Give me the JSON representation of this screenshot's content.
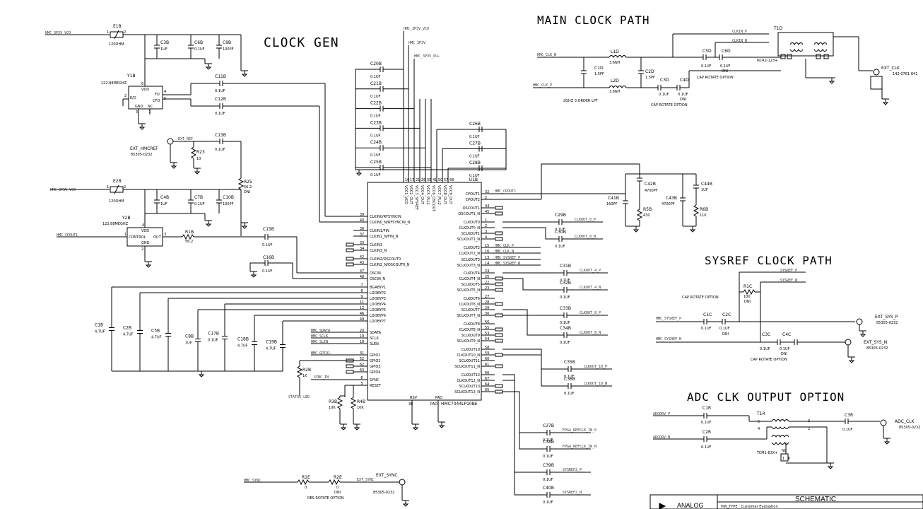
{
  "sections": {
    "clock_gen": "CLOCK GEN",
    "main_clock_path": "MAIN CLOCK PATH",
    "sysref_clock_path": "SYSREF CLOCK PATH",
    "adc_clk_output_option": "ADC CLK OUTPUT OPTION"
  },
  "chip": {
    "ref": "U1B",
    "part": "HMC7044LP10BE",
    "left_pins": [
      {
        "num": "39",
        "name": "CLKIN0/RFSYNCIN"
      },
      {
        "num": "40",
        "name": "CLKIN0_N/RFSYNCIN_N"
      },
      {
        "num": "36",
        "name": "CLKIN1/FIN"
      },
      {
        "num": "37",
        "name": "CLKIN1_N/FIN_N"
      },
      {
        "num": "33",
        "name": "CLKIN3"
      },
      {
        "num": "34",
        "name": "CLKIN3_N"
      },
      {
        "num": "42",
        "name": "CLKIN2/OSCOUT0"
      },
      {
        "num": "43",
        "name": "CLKIN2_N/OSCOUT0_N"
      },
      {
        "num": "47",
        "name": "OSCIN"
      },
      {
        "num": "48",
        "name": "OSCIN_N"
      },
      {
        "num": "7",
        "name": "BGABYP1"
      },
      {
        "num": "8",
        "name": "LDOBYP2"
      },
      {
        "num": "9",
        "name": "LDOBYP3"
      },
      {
        "num": "11",
        "name": "LDOBYP4"
      },
      {
        "num": "12",
        "name": "LDOBYP5"
      },
      {
        "num": "46",
        "name": "LDOBYP6"
      },
      {
        "num": "49",
        "name": "LDOBYP7"
      },
      {
        "num": "20",
        "name": "SDATA"
      },
      {
        "num": "19",
        "name": "SCLK"
      },
      {
        "num": "18",
        "name": "SLEN"
      },
      {
        "num": "31",
        "name": "GPIO1"
      },
      {
        "num": "52",
        "name": "GPIO2"
      },
      {
        "num": "62",
        "name": "GPIO3"
      },
      {
        "num": "63",
        "name": "GPIO4"
      },
      {
        "num": "6",
        "name": "SYNC"
      },
      {
        "num": "5",
        "name": "RESET"
      }
    ],
    "right_pins": [
      {
        "num": "32",
        "name": "CPOUT1"
      },
      {
        "num": "2",
        "name": "CPOUT2"
      },
      {
        "num": "44",
        "name": "OSCOUT1"
      },
      {
        "num": "45",
        "name": "OSCOUT1_N"
      },
      {
        "num": "1",
        "name": "CLKOUT0"
      },
      {
        "num": "2",
        "name": "CLKOUT0_N"
      },
      {
        "num": "3",
        "name": "SCLKOUT1"
      },
      {
        "num": "4",
        "name": "SCLKOUT1_N"
      },
      {
        "num": "15",
        "name": "CLKOUT2"
      },
      {
        "num": "16",
        "name": "CLKOUT2_N"
      },
      {
        "num": "13",
        "name": "SCLKOUT3"
      },
      {
        "num": "14",
        "name": "SCLKOUT3_N"
      },
      {
        "num": "24",
        "name": "CLKOUT4"
      },
      {
        "num": "25",
        "name": "CLKOUT4_N"
      },
      {
        "num": "22",
        "name": "SCLKOUT5"
      },
      {
        "num": "23",
        "name": "SCLKOUT5_N"
      },
      {
        "num": "27",
        "name": "CLKOUT6"
      },
      {
        "num": "28",
        "name": "CLKOUT6_N"
      },
      {
        "num": "29",
        "name": "SCLKOUT7"
      },
      {
        "num": "30",
        "name": "SCLKOUT7_N"
      },
      {
        "num": "56",
        "name": "CLKOUT8"
      },
      {
        "num": "55",
        "name": "CLKOUT8_N"
      },
      {
        "num": "53",
        "name": "SCLKOUT9"
      },
      {
        "num": "54",
        "name": "SCLKOUT9_N"
      },
      {
        "num": "58",
        "name": "CLKOUT10"
      },
      {
        "num": "59",
        "name": "CLKOUT10_N"
      },
      {
        "num": "60",
        "name": "SCLKOUT11"
      },
      {
        "num": "61",
        "name": "SCLKOUT11_N"
      },
      {
        "num": "66",
        "name": "CLKOUT12"
      },
      {
        "num": "67",
        "name": "CLKOUT12_N"
      },
      {
        "num": "64",
        "name": "SCLKOUT13"
      },
      {
        "num": "65",
        "name": "SCLKOUT13_N"
      }
    ],
    "top_pins": [
      {
        "num": "10",
        "name": "VCC1_VCO"
      },
      {
        "num": "17",
        "name": "VCC2_OUT"
      },
      {
        "num": "21",
        "name": "VCC3_SYSREF"
      },
      {
        "num": "26",
        "name": "VCC4_OUT"
      },
      {
        "num": "35",
        "name": "VCC5_PLL1"
      },
      {
        "num": "41",
        "name": "VCC6_OSCOUT"
      },
      {
        "num": "50",
        "name": "VCC7_PLL2"
      },
      {
        "num": "57",
        "name": "VCC8_OUT"
      },
      {
        "num": "68",
        "name": "VCC9_OUT"
      }
    ],
    "bottom_pins": [
      {
        "num": "38",
        "name": "RSV"
      },
      {
        "num": "PAD",
        "name": "PAD"
      }
    ]
  },
  "top_supply_caps": [
    {
      "ref": "C20B",
      "val": "0.1UF"
    },
    {
      "ref": "C21B",
      "val": "0.1UF"
    },
    {
      "ref": "C22B",
      "val": "0.1UF"
    },
    {
      "ref": "C23B",
      "val": "0.1UF"
    },
    {
      "ref": "C24B",
      "val": "0.1UF"
    },
    {
      "ref": "C25B",
      "val": "0.1UF"
    },
    {
      "ref": "C26B",
      "val": "0.1UF"
    },
    {
      "ref": "C27B",
      "val": "0.1UF"
    },
    {
      "ref": "C28B",
      "val": "0.1UF"
    }
  ],
  "supply_nets": {
    "vco": "HMC_3P3V_VCO",
    "v3p3": "HMC_3P3V",
    "pll": "HMC_3P3V_PLL"
  },
  "oscillator1": {
    "bead": "E1B",
    "bead_val": "120OHM",
    "net": "HMC_3P3V_VCO",
    "caps": [
      {
        "ref": "C3B",
        "val": "1UF"
      },
      {
        "ref": "C6B",
        "val": "0.1UF"
      },
      {
        "ref": "C9B",
        "val": "100PF"
      }
    ],
    "ref": "Y1B",
    "freq": "122.88MEGHZ",
    "pins": {
      "vdd": "VDD",
      "ed": "E/D",
      "fo": "FO",
      "cfo": "CFO",
      "gnd": "GND",
      "nc": "NC"
    },
    "pin_nums": {
      "vdd": "6",
      "ed": "2",
      "fo": "4",
      "cfo": "5",
      "gnd": "3",
      "nc": "1"
    },
    "cout": [
      {
        "ref": "C11B",
        "val": "0.1UF"
      },
      {
        "ref": "C12B",
        "val": "0.1UF"
      }
    ]
  },
  "ext_ref": {
    "name": "EXT_HMCREF",
    "part": "85305-0232",
    "net": "EXT_REF",
    "r": {
      "ref": "R23",
      "val": "10"
    },
    "c": {
      "ref": "C13B",
      "val": "0.1UF"
    },
    "r25": {
      "ref": "R25",
      "val": "56.2",
      "note": "DNI"
    }
  },
  "oscillator2": {
    "bead": "E2B",
    "bead_val": "120OHM",
    "net": "HMC_3P3V_VCO",
    "caps": [
      {
        "ref": "C4B",
        "val": "1UF"
      },
      {
        "ref": "C7B",
        "val": "0.1UF"
      },
      {
        "ref": "C10B",
        "val": "100PF"
      }
    ],
    "ref": "Y2B",
    "freq": "122.88MEGHZ",
    "pins": {
      "vdd": "VDD",
      "control": "CONTROL",
      "out": "OUT",
      "gnd": "GND"
    },
    "pin_nums": {
      "vdd": "4",
      "control": "1",
      "out": "3",
      "gnd": "2"
    },
    "cpout_net": "HMC_CPOUT1",
    "r1b": {
      "ref": "R1B",
      "val": "56.2"
    },
    "c15b": {
      "ref": "C15B",
      "val": "0.1UF"
    },
    "c16b": {
      "ref": "C16B",
      "val": "0.1UF"
    }
  },
  "ldo_caps": [
    {
      "ref": "C1B",
      "val": "4.7UF"
    },
    {
      "ref": "C2B",
      "val": "4.7UF"
    },
    {
      "ref": "C5B",
      "val": "4.7UF"
    },
    {
      "ref": "C8B",
      "val": "1UF"
    },
    {
      "ref": "C17B",
      "val": "0.1UF"
    },
    {
      "ref": "C18B",
      "val": "4.7UF"
    },
    {
      "ref": "C19B",
      "val": "4.7UF"
    }
  ],
  "spi_nets": {
    "sdata": "HMC_SDATA",
    "sclk": "HMC_SCLK",
    "slen": "HMC_SLEN",
    "gpio1": "HMC_GPIO1"
  },
  "status": {
    "ref": "R2B",
    "val": "1K",
    "net": "STATUS_LED",
    "sync_in": "SYNC_IN"
  },
  "reset_rs": [
    {
      "ref": "R3B",
      "val": "10K"
    },
    {
      "ref": "R4B",
      "val": "10K"
    }
  ],
  "ext_sync": {
    "name": "EXT_SYNC",
    "part": "85305-0232",
    "net": "HMC_SYNC",
    "ext_net": "EXT_SYNC",
    "r1e": {
      "ref": "R1E",
      "val": "0"
    },
    "r2e": {
      "ref": "R2E",
      "val": "0",
      "note": "DNI"
    },
    "note": "RES ROTATE OPTION"
  },
  "loop_filter": {
    "cpout_net": "HMC_CPOUT1",
    "c42b": {
      "ref": "C42B",
      "val": "4700PF"
    },
    "c41b": {
      "ref": "C41B",
      "val": "160PF"
    },
    "r5b": {
      "ref": "R5B",
      "val": "430"
    },
    "c43b": {
      "ref": "C43B",
      "val": "4700PF"
    },
    "c44b": {
      "ref": "C44B",
      "val": "1UF"
    },
    "r6b": {
      "ref": "R6B",
      "val": "11K"
    }
  },
  "output_caps": [
    {
      "ref": "C29B",
      "val": "0.1UF",
      "net": "CLKOUT_0_P"
    },
    {
      "ref": "C30B",
      "val": "0.1UF",
      "net": "CLKOUT_0_N"
    },
    {
      "ref": "C31B",
      "val": "0.1UF",
      "net": "CLKOUT_4_P"
    },
    {
      "ref": "C32B",
      "val": "0.1UF",
      "net": "CLKOUT_4_N"
    },
    {
      "ref": "C33B",
      "val": "0.1UF",
      "net": "CLKOUT_8_P"
    },
    {
      "ref": "C34B",
      "val": "0.1UF",
      "net": "CLKOUT_8_N"
    },
    {
      "ref": "C35B",
      "val": "0.1UF",
      "net": "CLKOUT_10_P"
    },
    {
      "ref": "C36B",
      "val": "0.1UF",
      "net": "CLKOUT_10_N"
    },
    {
      "ref": "C37B",
      "val": "0.1UF",
      "net": "FPGA_REFCLK_IN_P"
    },
    {
      "ref": "C38B",
      "val": "0.1UF",
      "net": "FPGA_REFCLK_IN_N"
    },
    {
      "ref": "C39B",
      "val": "0.1UF",
      "net": "SYSREF2_P"
    },
    {
      "ref": "C40B",
      "val": "0.1UF",
      "net": "SYSREF2_N"
    }
  ],
  "mid_nets": {
    "clk_p": "HMC_CLK_P",
    "clk_n": "HMC_CLK_N",
    "sysref_p": "HMC_SYSREF_P",
    "sysref_n": "HMC_SYSREF_N"
  },
  "main_clock": {
    "in_n": "HMC_CLK_N",
    "in_p": "HMC_CLK_P",
    "l1d": {
      "ref": "L1D",
      "val": "3.6NH"
    },
    "l2d": {
      "ref": "L2D",
      "val": "3.6NH"
    },
    "c1d": {
      "ref": "C1D",
      "val": "1.5PF"
    },
    "c2d": {
      "ref": "C2D",
      "val": "1.5PF"
    },
    "c3d": {
      "ref": "C3D",
      "val": "0.1UF"
    },
    "c4d": {
      "ref": "C4D",
      "val": "0.1UF",
      "note": "DNI"
    },
    "c5d": {
      "ref": "C5D",
      "val": "0.1UF"
    },
    "c6d": {
      "ref": "C6D",
      "val": "0.1UF",
      "note": "DNI"
    },
    "lpf_note": "2GHZ 3 ORDER LPF",
    "cap_note": "CAP ROTATE OPTION",
    "clkin_p": "CLKIN_P",
    "clkin_n": "CLKIN_N",
    "t1d": {
      "ref": "T1D",
      "part": "NCR2-123+"
    },
    "ext_clk": {
      "name": "EXT_CLK",
      "part": "142-0761-841"
    }
  },
  "sysref": {
    "sysref_p": "SYSREF_P",
    "sysref_n": "SYSREF_N",
    "r1c": {
      "ref": "R1C",
      "val": "100",
      "note": "DNI"
    },
    "cap_note": "CAP ROTATE OPTION",
    "c1c": {
      "ref": "C1C",
      "val": "0.1UF"
    },
    "c2c": {
      "ref": "C2C",
      "val": "0.1UF",
      "note": "DNI"
    },
    "c3c": {
      "ref": "C3C",
      "val": "0.1UF"
    },
    "c4c": {
      "ref": "C4C",
      "val": "0.1UF",
      "note": "DNI"
    },
    "in_p": "HMC_SYSREF_P",
    "in_n": "HMC_SYSREF_N",
    "out_p": {
      "name": "EXT_SYS_P",
      "part": "85305-0232"
    },
    "out_n": {
      "name": "EXT_SYS_N",
      "part": "85305-0232"
    }
  },
  "adc": {
    "in_p": "ADCDRV_P",
    "in_n": "ADCDRV_N",
    "c1r": {
      "ref": "C1R",
      "val": "0.1UF"
    },
    "c2r": {
      "ref": "C2R",
      "val": "0.1UF"
    },
    "c3r": {
      "ref": "C3R",
      "val": "0.1UF"
    },
    "t1r": {
      "ref": "T1R",
      "part": "TCM1-83X+"
    },
    "t_pins": {
      "p5": "5",
      "p4": "4",
      "p3": "3",
      "p2": "2",
      "p1": "1",
      "p6": "6",
      "nc": "NC"
    },
    "out": {
      "name": "ADC_CLK",
      "part": "85305-0232"
    }
  },
  "title_block": {
    "logo": "ANALOG",
    "title": "SCHEMATIC",
    "line1": "HW_TYPE : Customer Evaluation"
  }
}
